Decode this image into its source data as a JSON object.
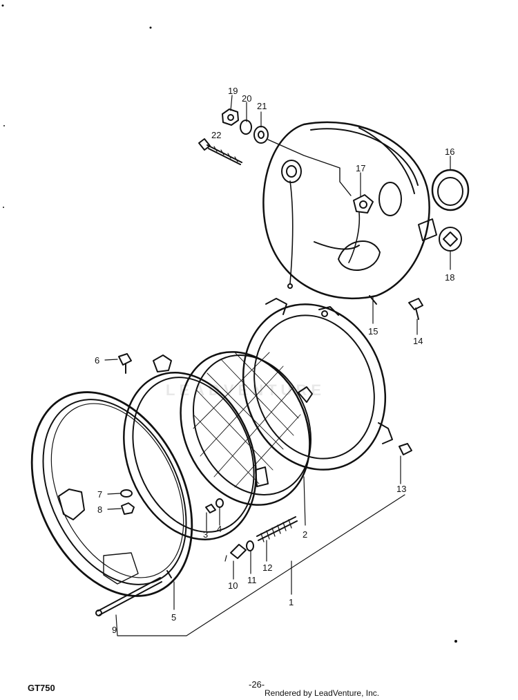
{
  "diagram": {
    "watermark": "LEADVENTURE",
    "callouts": {
      "c1": "1",
      "c2": "2",
      "c3": "3",
      "c4": "4",
      "c5": "5",
      "c6": "6",
      "c7": "7",
      "c8": "8",
      "c9": "9",
      "c10": "10",
      "c11": "11",
      "c12": "12",
      "c13": "13",
      "c14": "14",
      "c15": "15",
      "c16": "16",
      "c17": "17",
      "c18": "18",
      "c19": "19",
      "c20": "20",
      "c21": "21",
      "c22": "22"
    }
  },
  "footer": {
    "model": "GT750",
    "page": "-26-",
    "credit": "Rendered by LeadVenture, Inc."
  }
}
